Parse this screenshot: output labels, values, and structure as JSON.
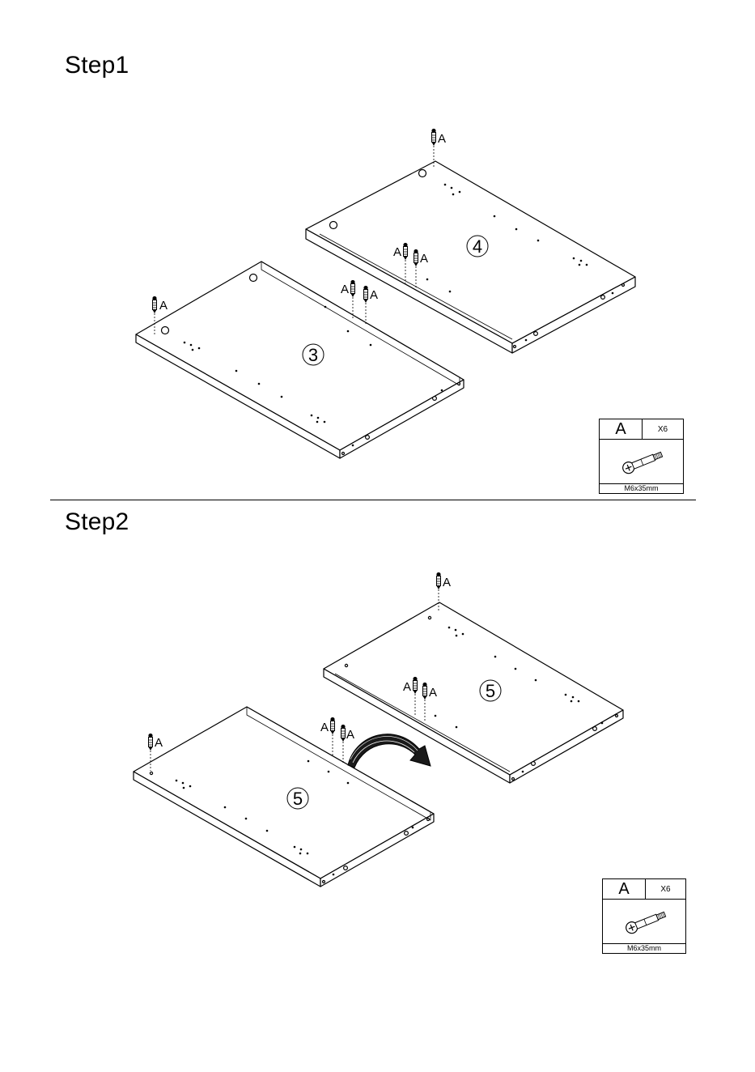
{
  "steps": [
    {
      "title": "Step1",
      "part_labels": [
        "3",
        "4"
      ],
      "fitting_letter": "A",
      "hardware": {
        "letter": "A",
        "quantity": "X6",
        "size": "M6x35mm",
        "icon": "cam-bolt-icon"
      }
    },
    {
      "title": "Step2",
      "part_labels": [
        "5",
        "5"
      ],
      "fitting_letter": "A",
      "flip_icon": "curved-arrow-icon",
      "hardware": {
        "letter": "A",
        "quantity": "X6",
        "size": "M6x35mm",
        "icon": "cam-bolt-icon"
      }
    }
  ]
}
